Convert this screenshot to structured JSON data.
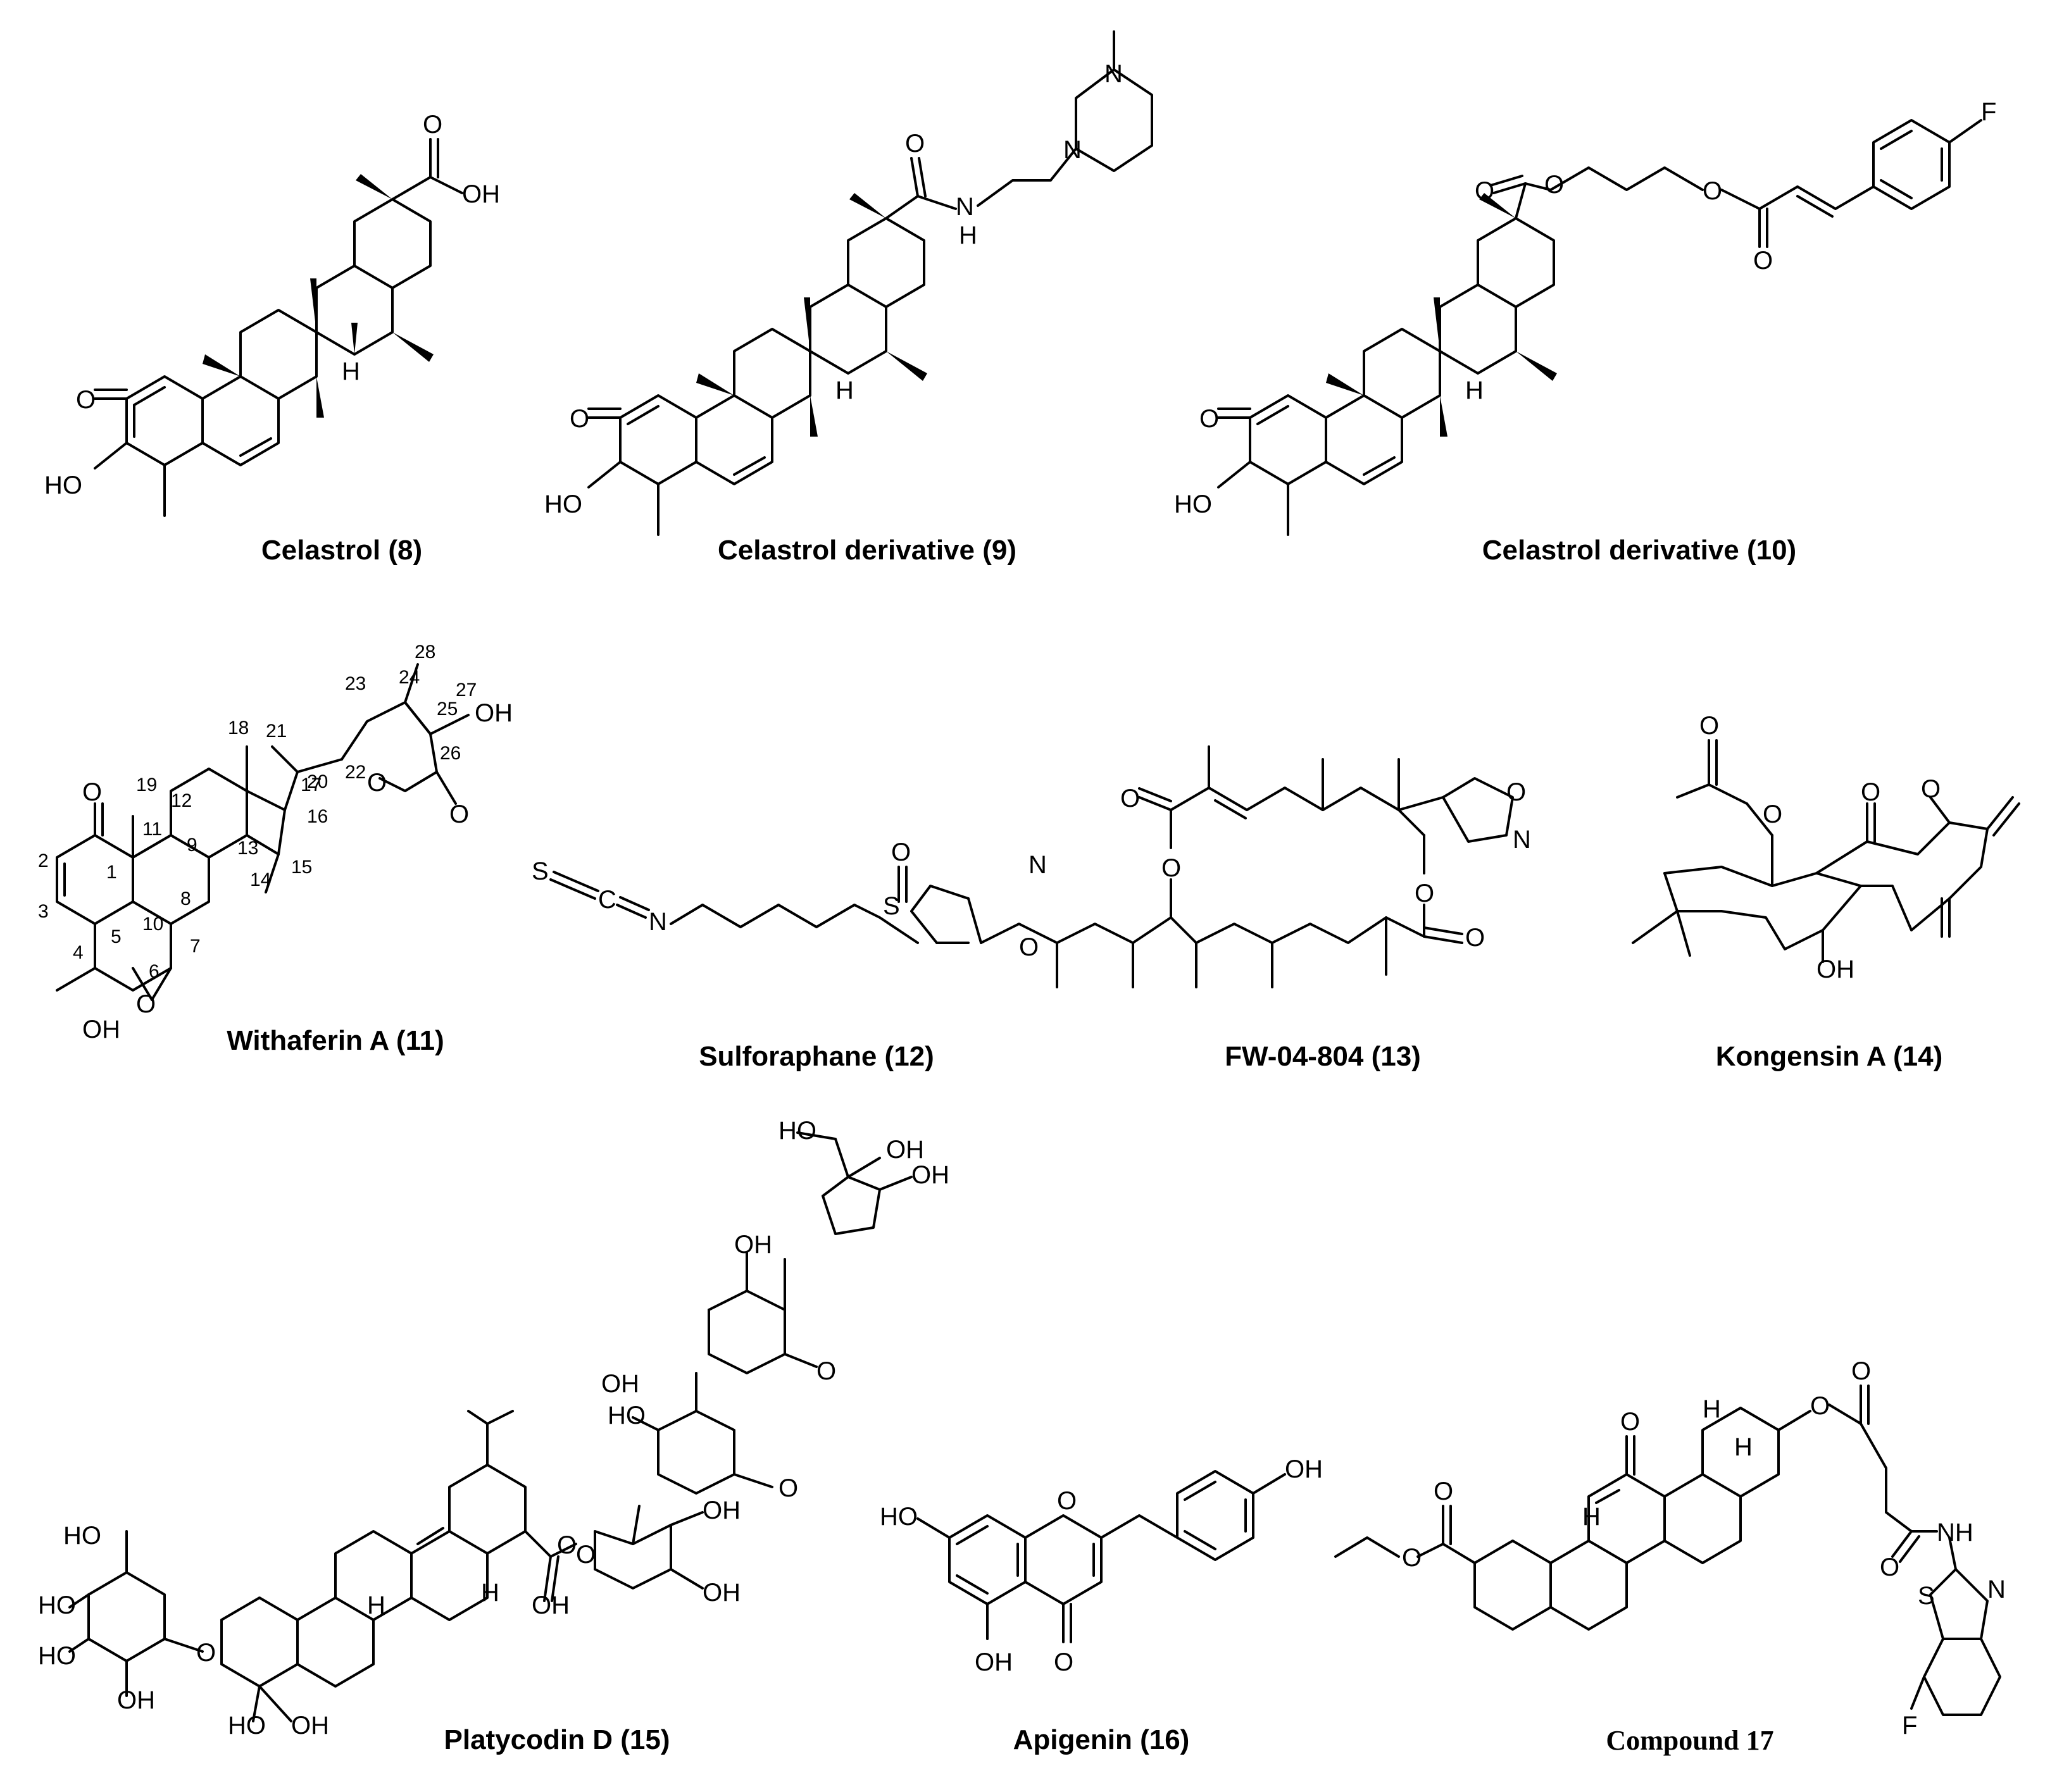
{
  "compounds": [
    {
      "id": "c8",
      "name": "Celastrol (8)"
    },
    {
      "id": "c9",
      "name": "Celastrol derivative (9)"
    },
    {
      "id": "c10",
      "name": "Celastrol derivative (10)"
    },
    {
      "id": "c11",
      "name": "Withaferin A (11)"
    },
    {
      "id": "c12",
      "name": "Sulforaphane (12)"
    },
    {
      "id": "c13",
      "name": "FW-04-804 (13)"
    },
    {
      "id": "c14",
      "name": "Kongensin A (14)"
    },
    {
      "id": "c15",
      "name": "Platycodin D (15)"
    },
    {
      "id": "c16",
      "name": "Apigenin (16)"
    },
    {
      "id": "c17",
      "name": "Compound 17"
    }
  ],
  "atom_labels": {
    "O": "O",
    "OH": "OH",
    "HO": "HO",
    "H": "H",
    "N": "N",
    "S": "S",
    "C": "C",
    "F": "F"
  },
  "withaferin_numbering": [
    "1",
    "2",
    "3",
    "4",
    "5",
    "6",
    "7",
    "8",
    "9",
    "10",
    "11",
    "12",
    "13",
    "14",
    "15",
    "16",
    "17",
    "18",
    "19",
    "20",
    "21",
    "22",
    "23",
    "24",
    "25",
    "26",
    "27",
    "28"
  ]
}
